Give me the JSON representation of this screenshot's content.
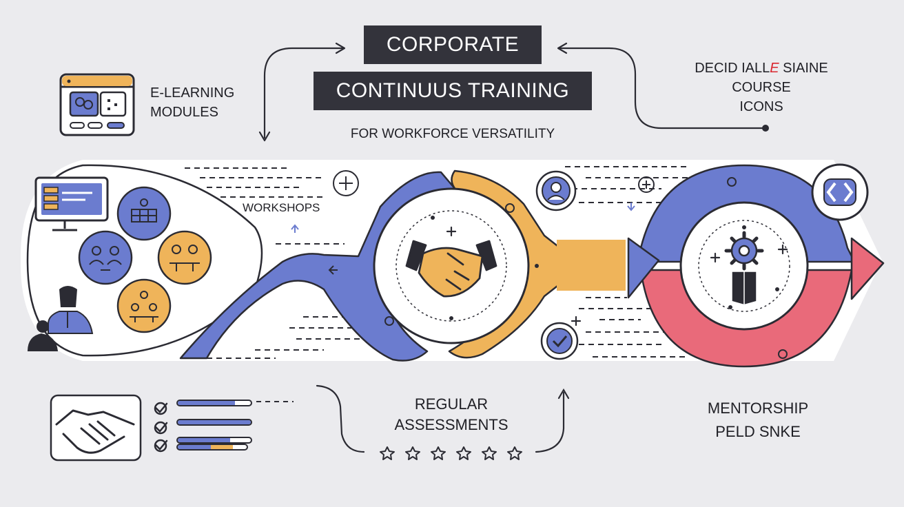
{
  "header": {
    "title_line1": "CORPORATE",
    "title_line2": "CONTINUUS TRAINING",
    "subtitle": "FOR WORKFORCE VERSATILITY"
  },
  "labels": {
    "elearning_line1": "E-LEARNING",
    "elearning_line2": "MODULES",
    "decid_line1_a": "DECID IALL",
    "decid_line1_mark": "E",
    "decid_line1_b": " SIAINE",
    "decid_line2": "COURSE",
    "decid_line3": "ICONS",
    "workshops": "WORKSHOPS",
    "assessments_line1": "REGULAR",
    "assessments_line2": "ASSESSMENTS",
    "mentorship_line1": "MENTORSHIP",
    "mentorship_line2": "PELD SNKE"
  },
  "progress_bars": [
    {
      "fill": 0.78,
      "color": "#6b7ccf"
    },
    {
      "fill": 1.0,
      "color": "#6b7ccf"
    },
    {
      "fill": 0.72,
      "color": "#6b7ccf"
    },
    {
      "fill": 0.8,
      "color": "#e9a94a",
      "accent": "#6b7ccf"
    }
  ],
  "colors": {
    "blue": "#6b7ccf",
    "orange": "#efb45a",
    "red": "#e96a7a",
    "dark": "#2b2b33",
    "accent_red": "#d9262f"
  }
}
